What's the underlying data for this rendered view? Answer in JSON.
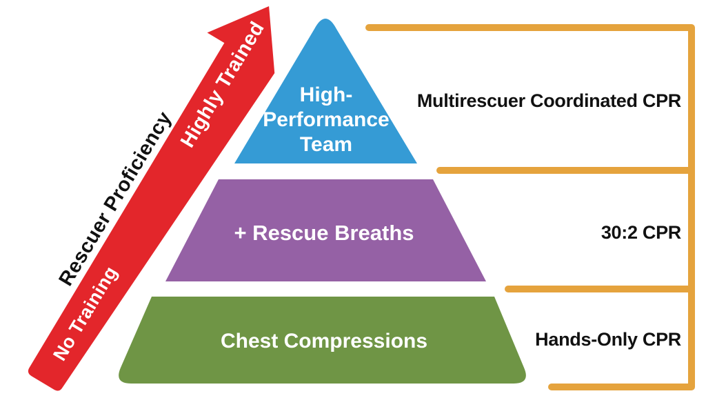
{
  "title": "CPR training pyramid diagram",
  "colors": {
    "background": "#ffffff",
    "arrow_red": "#E3262B",
    "tier_blue": "#359BD5",
    "tier_purple": "#9561A5",
    "tier_green": "#6F9545",
    "bracket_orange": "#E5A33D",
    "label_text": "#111111",
    "tier_text": "#ffffff"
  },
  "axis": {
    "label": "Rescuer Proficiency",
    "low_label": "No Training",
    "high_label": "Highly Trained"
  },
  "tiers": [
    {
      "id": "high-performance-team",
      "lines": [
        "High-",
        "Performance",
        "Team"
      ],
      "bracket_label": "Multirescuer Coordinated CPR",
      "color": "#359BD5"
    },
    {
      "id": "rescue-breaths",
      "lines": [
        "+ Rescue Breaths"
      ],
      "bracket_label": "30:2 CPR",
      "color": "#9561A5"
    },
    {
      "id": "chest-compressions",
      "lines": [
        "Chest Compressions"
      ],
      "bracket_label": "Hands-Only CPR",
      "color": "#6F9545"
    }
  ]
}
